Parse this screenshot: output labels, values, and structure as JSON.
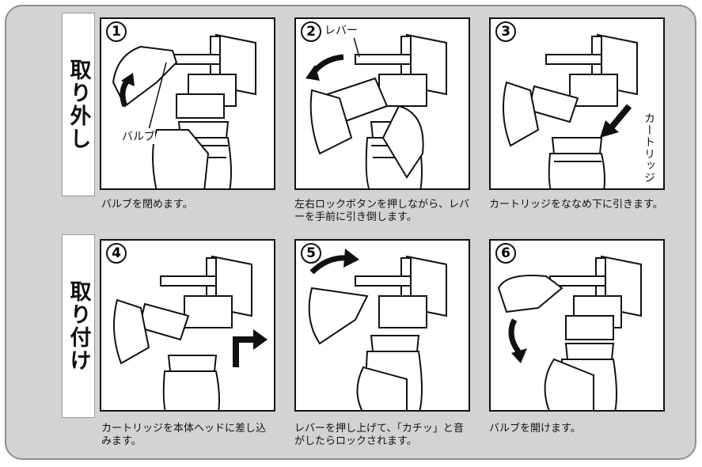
{
  "sections": {
    "removal": "取り外し",
    "installation": "取り付け"
  },
  "steps": [
    {
      "number": "1",
      "callout": "バルブ",
      "caption": "バルブを閉めます。"
    },
    {
      "number": "2",
      "callout": "レバー",
      "caption": "左右ロックボタンを押しながら、レバーを手前に引き倒します。"
    },
    {
      "number": "3",
      "callout": "カートリッジ",
      "caption": "カートリッジをななめ下に引きます。"
    },
    {
      "number": "4",
      "caption": "カートリッジを本体ヘッドに差し込みます。"
    },
    {
      "number": "5",
      "caption": "レバーを押し上げて、「カチッ」と音がしたらロックされます。"
    },
    {
      "number": "6",
      "caption": "バルブを開けます。"
    }
  ],
  "colors": {
    "background": "#d3d3d3",
    "line": "#111111",
    "panel": "#ffffff"
  }
}
